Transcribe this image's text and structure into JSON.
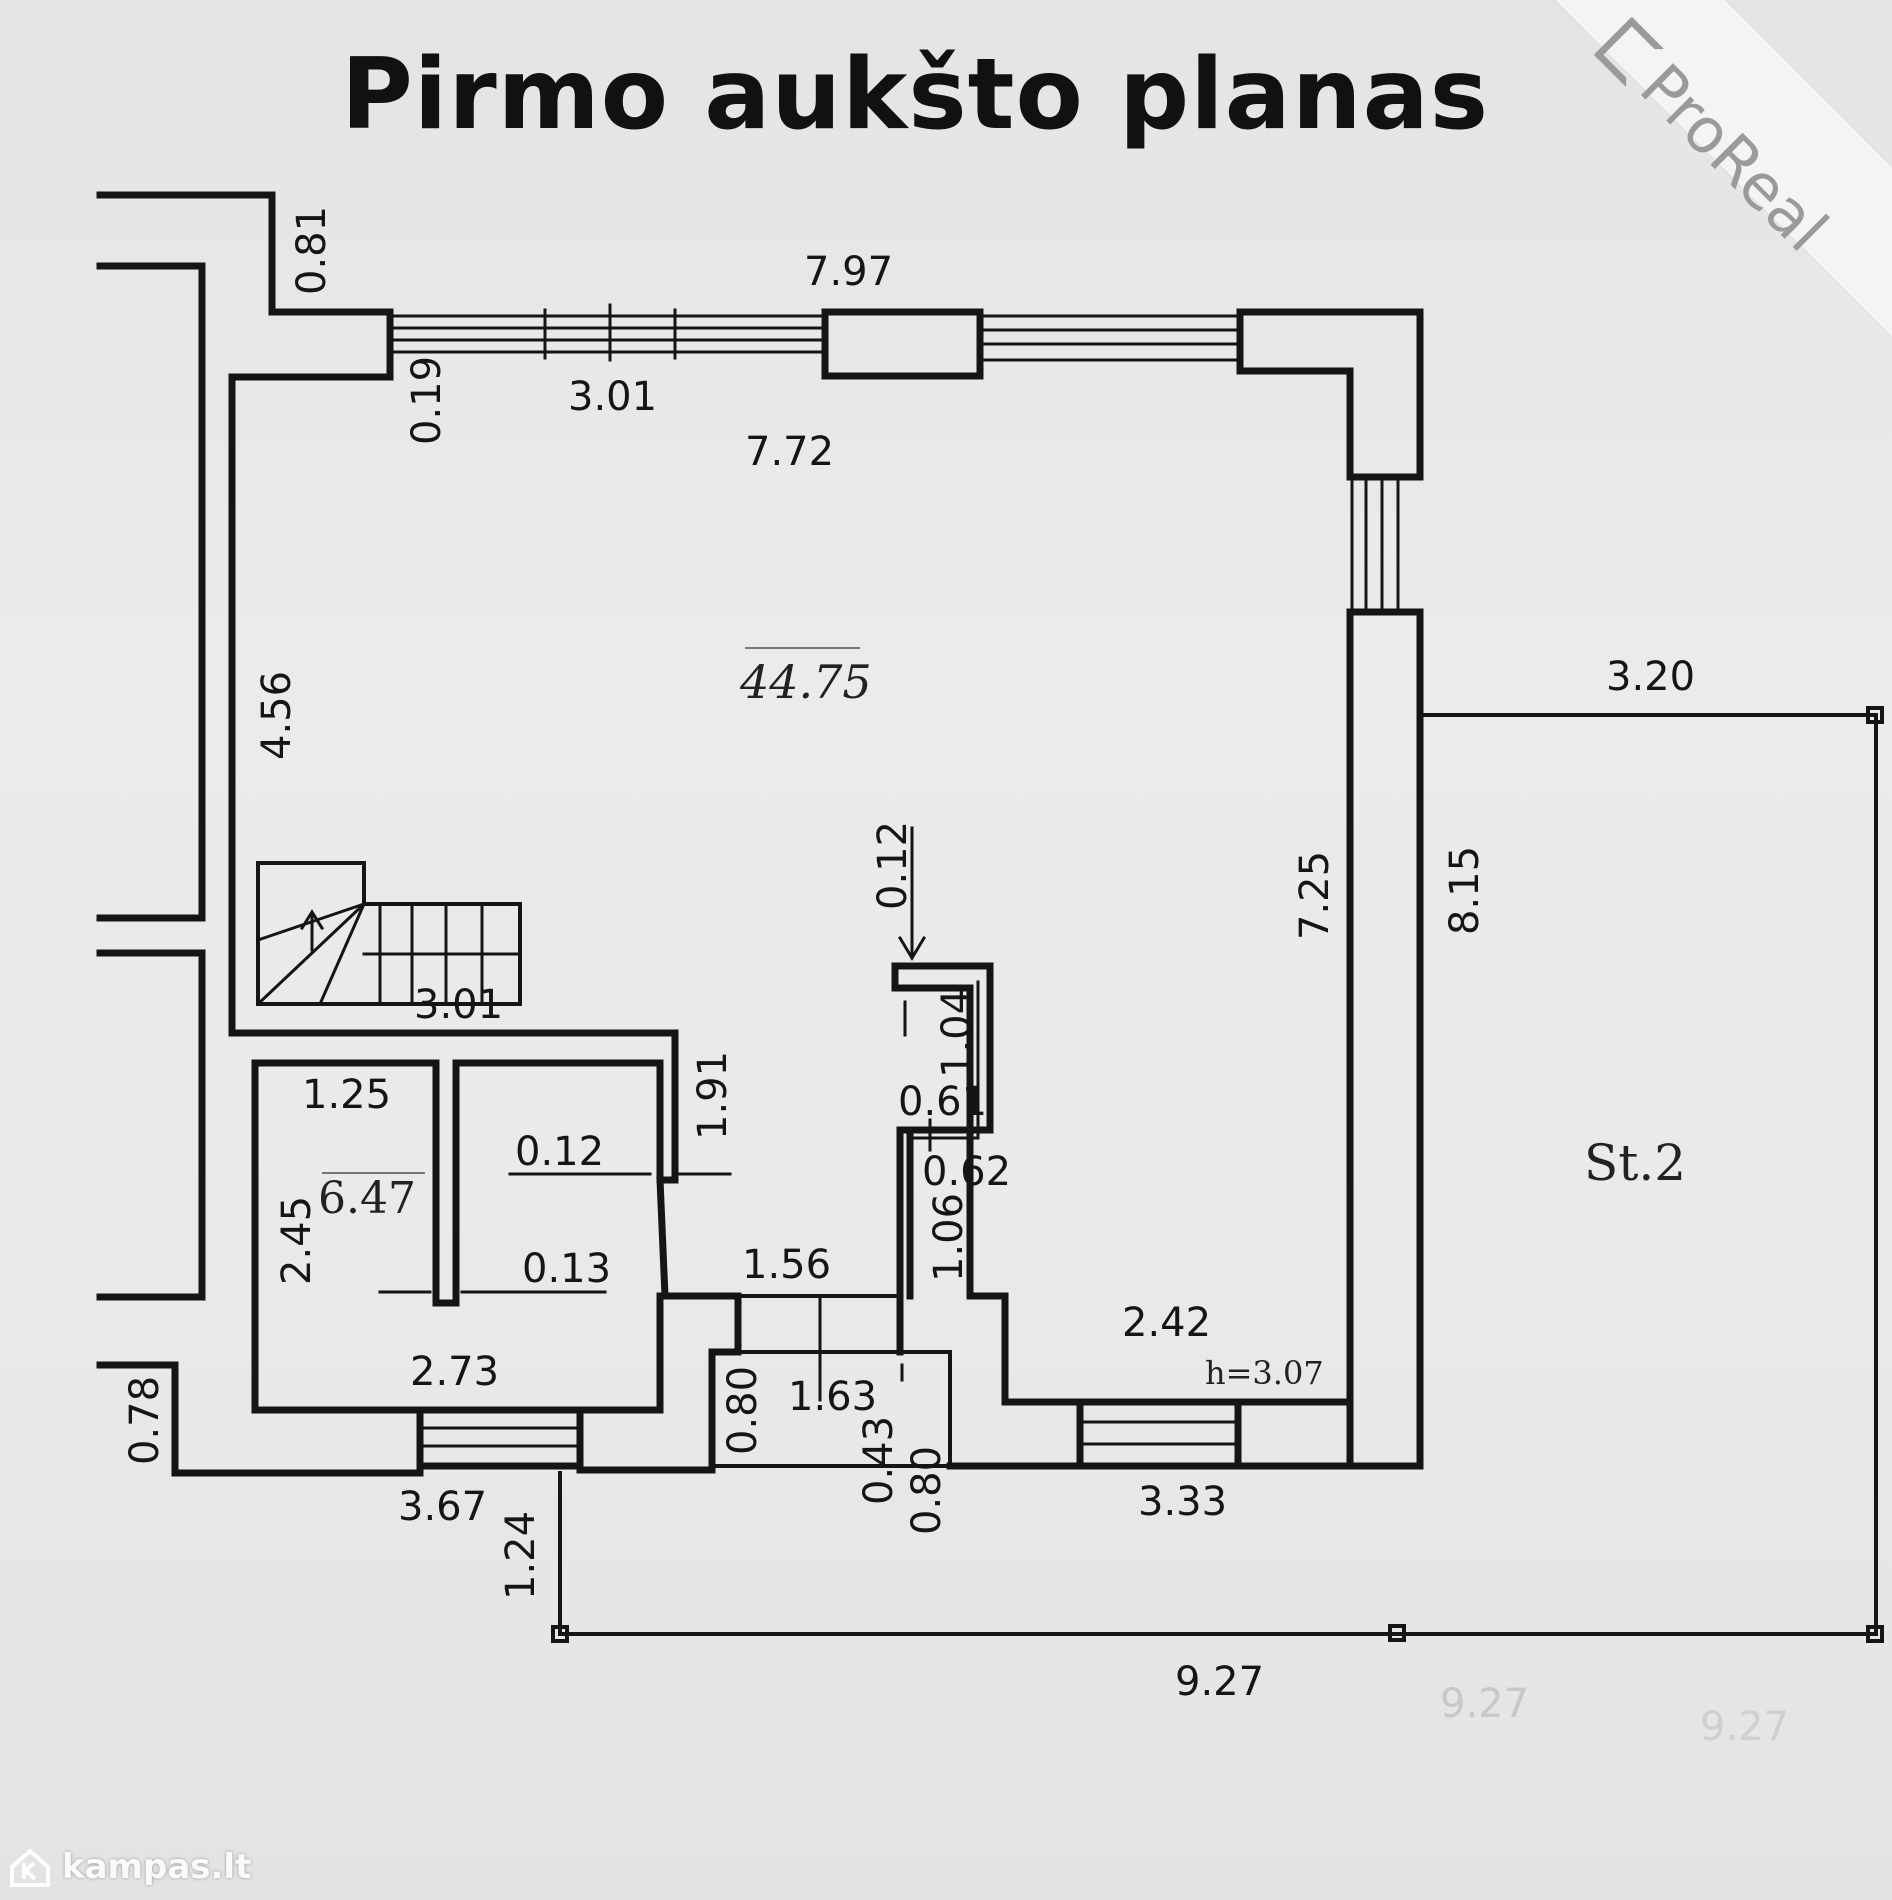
{
  "title": "Pirmo aukšto planas",
  "brand_ribbon": {
    "text": "ProReal",
    "icon": "proreal-logo-icon"
  },
  "watermark": {
    "text": "kampas.lt",
    "icon": "house-k-logo-icon"
  },
  "areas": {
    "main_room": "44.75",
    "small_room": "6.47",
    "structure_label": "St.2"
  },
  "height_label": "h=3.07",
  "dimensions": {
    "d081": "0.81",
    "d797": "7.97",
    "d019": "0.19",
    "d301_top": "3.01",
    "d772": "7.72",
    "d456": "4.56",
    "d725": "7.25",
    "d815": "8.15",
    "d320": "3.20",
    "d012_top": "0.12",
    "d104": "1.04",
    "d061": "0.61",
    "d062": "0.62",
    "d106": "1.06",
    "d301_stairs": "3.01",
    "d125": "1.25",
    "d012_mid": "0.12",
    "d191": "1.91",
    "d245": "2.45",
    "d013": "0.13",
    "d156": "1.56",
    "d163": "1.63",
    "d273": "2.73",
    "d242": "2.42",
    "d078": "0.78",
    "d080_left": "0.80",
    "d043": "0.43",
    "d080_right": "0.80",
    "d367": "3.67",
    "d333": "3.33",
    "d124": "1.24",
    "d927": "9.27",
    "d927_ghost1": "9.27",
    "d927_ghost2": "9.27"
  },
  "colors": {
    "ink": "#151515",
    "paper": "#e9e9e7",
    "ribbon": "#f4f4f4",
    "ribbon_text": "#9a9a9a"
  }
}
